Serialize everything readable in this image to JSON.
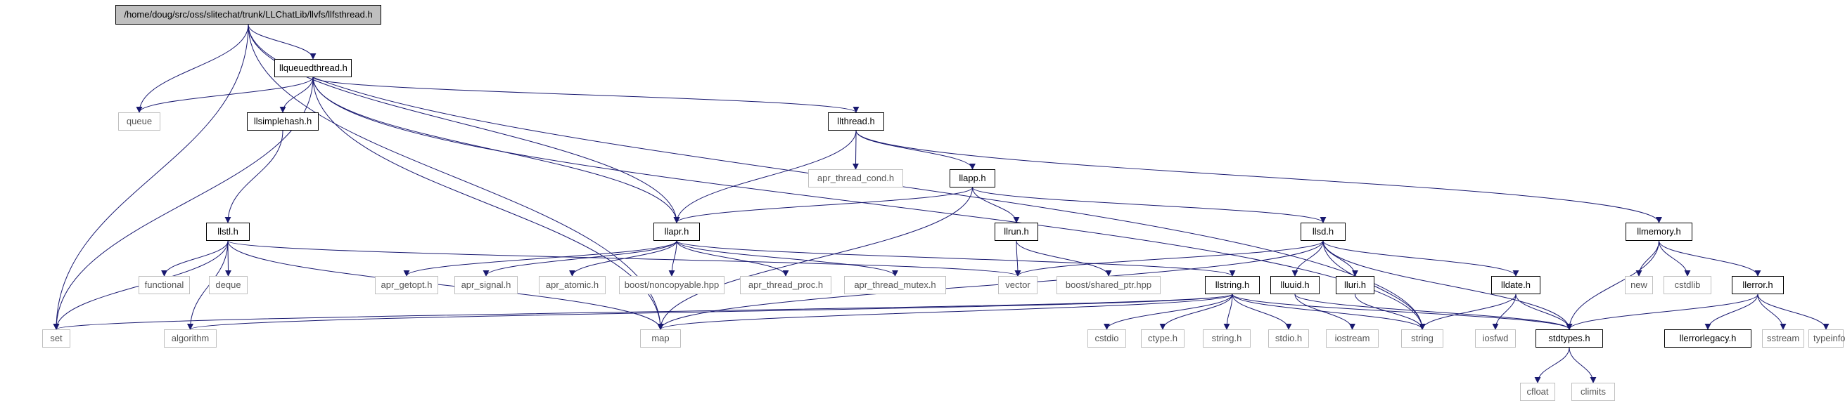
{
  "colors": {
    "edge": "#191970",
    "local_border": "#000000",
    "system_border": "#bfbfbf",
    "root_fill": "#bfbfbf"
  },
  "nodes": [
    {
      "id": "root",
      "label": "/home/doug/src/oss/slitechat/trunk/LLChatLib/llvfs/llfsthread.h",
      "kind": "root"
    },
    {
      "id": "llqueuedthread",
      "label": "llqueuedthread.h",
      "kind": "local"
    },
    {
      "id": "queue",
      "label": "queue",
      "kind": "system"
    },
    {
      "id": "llsimplehash",
      "label": "llsimplehash.h",
      "kind": "local"
    },
    {
      "id": "llthread",
      "label": "llthread.h",
      "kind": "local"
    },
    {
      "id": "apr_thread_cond",
      "label": "apr_thread_cond.h",
      "kind": "system"
    },
    {
      "id": "llapp",
      "label": "llapp.h",
      "kind": "local"
    },
    {
      "id": "llstl",
      "label": "llstl.h",
      "kind": "local"
    },
    {
      "id": "llapr",
      "label": "llapr.h",
      "kind": "local"
    },
    {
      "id": "llrun",
      "label": "llrun.h",
      "kind": "local"
    },
    {
      "id": "llsd",
      "label": "llsd.h",
      "kind": "local"
    },
    {
      "id": "llmemory",
      "label": "llmemory.h",
      "kind": "local"
    },
    {
      "id": "functional",
      "label": "functional",
      "kind": "system"
    },
    {
      "id": "deque",
      "label": "deque",
      "kind": "system"
    },
    {
      "id": "apr_getopt",
      "label": "apr_getopt.h",
      "kind": "system"
    },
    {
      "id": "apr_signal",
      "label": "apr_signal.h",
      "kind": "system"
    },
    {
      "id": "apr_atomic",
      "label": "apr_atomic.h",
      "kind": "system"
    },
    {
      "id": "boost_noncopyable",
      "label": "boost/noncopyable.hpp",
      "kind": "system"
    },
    {
      "id": "apr_thread_proc",
      "label": "apr_thread_proc.h",
      "kind": "system"
    },
    {
      "id": "apr_thread_mutex",
      "label": "apr_thread_mutex.h",
      "kind": "system"
    },
    {
      "id": "vector",
      "label": "vector",
      "kind": "system"
    },
    {
      "id": "boost_shared_ptr",
      "label": "boost/shared_ptr.hpp",
      "kind": "system"
    },
    {
      "id": "llstring",
      "label": "llstring.h",
      "kind": "local"
    },
    {
      "id": "lluuid",
      "label": "lluuid.h",
      "kind": "local"
    },
    {
      "id": "lluri",
      "label": "lluri.h",
      "kind": "local"
    },
    {
      "id": "lldate",
      "label": "lldate.h",
      "kind": "local"
    },
    {
      "id": "new",
      "label": "new",
      "kind": "system"
    },
    {
      "id": "cstdlib",
      "label": "cstdlib",
      "kind": "system"
    },
    {
      "id": "llerror",
      "label": "llerror.h",
      "kind": "local"
    },
    {
      "id": "set",
      "label": "set",
      "kind": "system"
    },
    {
      "id": "algorithm",
      "label": "algorithm",
      "kind": "system"
    },
    {
      "id": "map",
      "label": "map",
      "kind": "system"
    },
    {
      "id": "cstdio",
      "label": "cstdio",
      "kind": "system"
    },
    {
      "id": "ctype",
      "label": "ctype.h",
      "kind": "system"
    },
    {
      "id": "string_h",
      "label": "string.h",
      "kind": "system"
    },
    {
      "id": "stdio",
      "label": "stdio.h",
      "kind": "system"
    },
    {
      "id": "iostream",
      "label": "iostream",
      "kind": "system"
    },
    {
      "id": "string",
      "label": "string",
      "kind": "system"
    },
    {
      "id": "iosfwd",
      "label": "iosfwd",
      "kind": "system"
    },
    {
      "id": "stdtypes",
      "label": "stdtypes.h",
      "kind": "local"
    },
    {
      "id": "llerrorlegacy",
      "label": "llerrorlegacy.h",
      "kind": "local"
    },
    {
      "id": "sstream",
      "label": "sstream",
      "kind": "system"
    },
    {
      "id": "typeinfo",
      "label": "typeinfo",
      "kind": "system"
    },
    {
      "id": "cfloat",
      "label": "cfloat",
      "kind": "system"
    },
    {
      "id": "climits",
      "label": "climits",
      "kind": "system"
    }
  ],
  "edges": [
    [
      "root",
      "llqueuedthread"
    ],
    [
      "root",
      "queue"
    ],
    [
      "root",
      "llapr"
    ],
    [
      "root",
      "set"
    ],
    [
      "root",
      "map"
    ],
    [
      "root",
      "string"
    ],
    [
      "llqueuedthread",
      "queue"
    ],
    [
      "llqueuedthread",
      "llsimplehash"
    ],
    [
      "llqueuedthread",
      "llthread"
    ],
    [
      "llqueuedthread",
      "llapr"
    ],
    [
      "llqueuedthread",
      "set"
    ],
    [
      "llqueuedthread",
      "map"
    ],
    [
      "llqueuedthread",
      "string"
    ],
    [
      "llsimplehash",
      "llstl"
    ],
    [
      "llthread",
      "apr_thread_cond"
    ],
    [
      "llthread",
      "llapp"
    ],
    [
      "llthread",
      "llapr"
    ],
    [
      "llthread",
      "llmemory"
    ],
    [
      "llapp",
      "llapr"
    ],
    [
      "llapp",
      "llrun"
    ],
    [
      "llapp",
      "llsd"
    ],
    [
      "llapp",
      "map"
    ],
    [
      "llstl",
      "functional"
    ],
    [
      "llstl",
      "deque"
    ],
    [
      "llstl",
      "vector"
    ],
    [
      "llstl",
      "set"
    ],
    [
      "llstl",
      "algorithm"
    ],
    [
      "llstl",
      "map"
    ],
    [
      "llapr",
      "apr_getopt"
    ],
    [
      "llapr",
      "apr_signal"
    ],
    [
      "llapr",
      "apr_atomic"
    ],
    [
      "llapr",
      "boost_noncopyable"
    ],
    [
      "llapr",
      "apr_thread_proc"
    ],
    [
      "llapr",
      "apr_thread_mutex"
    ],
    [
      "llapr",
      "llstring"
    ],
    [
      "llrun",
      "vector"
    ],
    [
      "llrun",
      "boost_shared_ptr"
    ],
    [
      "llsd",
      "vector"
    ],
    [
      "llsd",
      "map"
    ],
    [
      "llsd",
      "lluuid"
    ],
    [
      "llsd",
      "lluri"
    ],
    [
      "llsd",
      "lldate"
    ],
    [
      "llsd",
      "stdtypes"
    ],
    [
      "llsd",
      "string"
    ],
    [
      "llmemory",
      "new"
    ],
    [
      "llmemory",
      "cstdlib"
    ],
    [
      "llmemory",
      "llerror"
    ],
    [
      "llmemory",
      "stdtypes"
    ],
    [
      "llstring",
      "set"
    ],
    [
      "llstring",
      "algorithm"
    ],
    [
      "llstring",
      "map"
    ],
    [
      "llstring",
      "cstdio"
    ],
    [
      "llstring",
      "ctype"
    ],
    [
      "llstring",
      "string_h"
    ],
    [
      "llstring",
      "stdio"
    ],
    [
      "llstring",
      "string"
    ],
    [
      "llstring",
      "stdtypes"
    ],
    [
      "lluuid",
      "iostream"
    ],
    [
      "lluuid",
      "stdtypes"
    ],
    [
      "lluri",
      "string"
    ],
    [
      "lldate",
      "iosfwd"
    ],
    [
      "lldate",
      "string"
    ],
    [
      "lldate",
      "stdtypes"
    ],
    [
      "llerror",
      "stdtypes"
    ],
    [
      "llerror",
      "llerrorlegacy"
    ],
    [
      "llerror",
      "sstream"
    ],
    [
      "llerror",
      "typeinfo"
    ],
    [
      "stdtypes",
      "cfloat"
    ],
    [
      "stdtypes",
      "climits"
    ]
  ]
}
